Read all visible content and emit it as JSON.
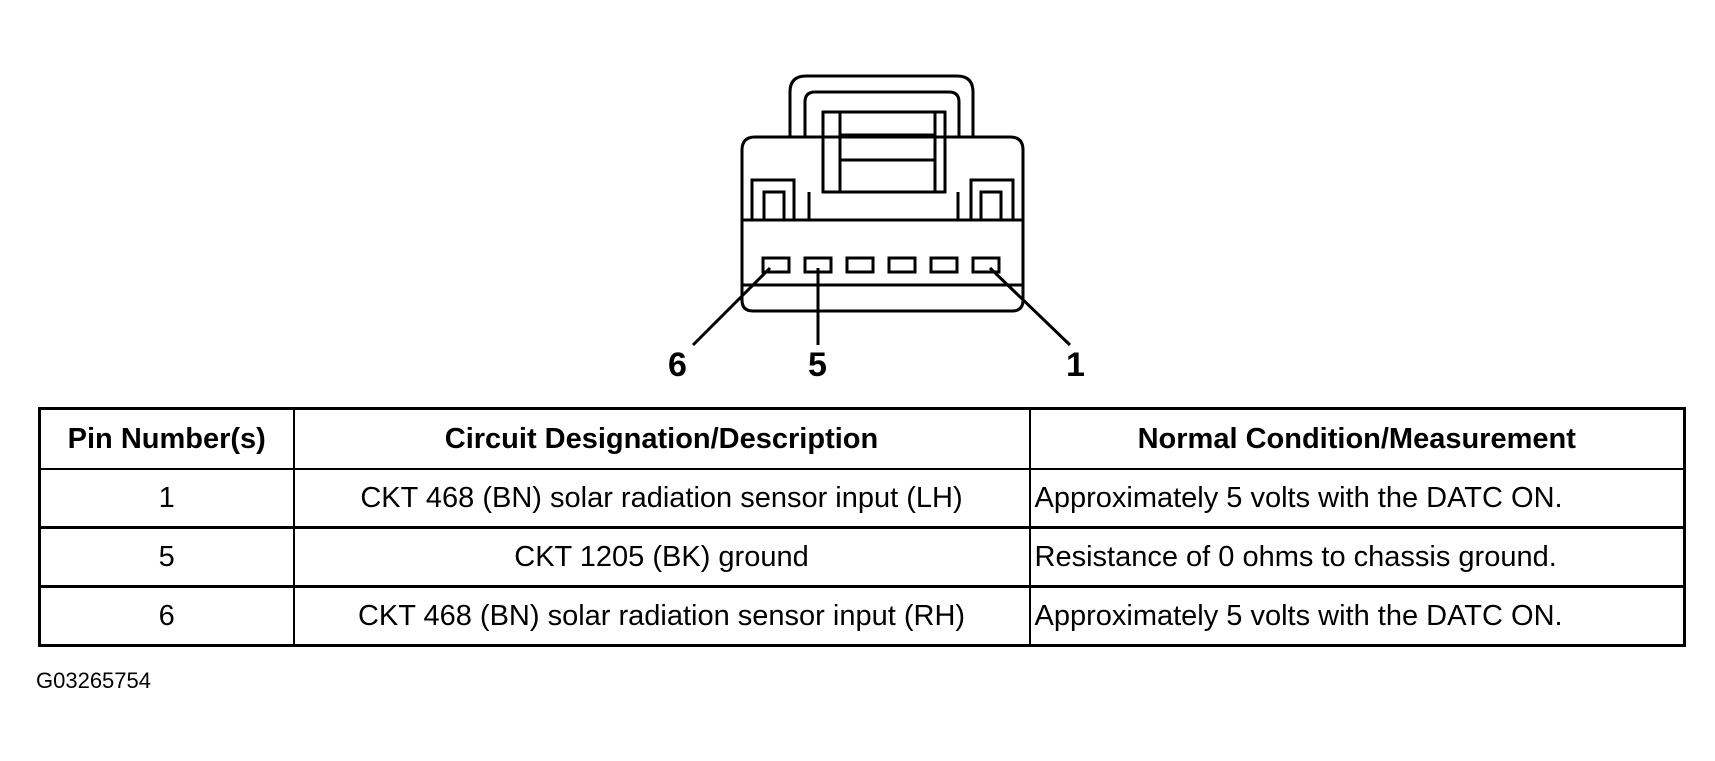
{
  "connector": {
    "pin_labels": [
      "6",
      "5",
      "1"
    ],
    "pin_count": 6
  },
  "table": {
    "headers": [
      "Pin Number(s)",
      "Circuit Designation/Description",
      "Normal Condition/Measurement"
    ],
    "rows": [
      [
        "1",
        "CKT 468 (BN) solar radiation sensor input (LH)",
        "Approximately 5 volts with the DATC ON."
      ],
      [
        "5",
        "CKT 1205 (BK) ground",
        "Resistance of 0 ohms to chassis ground."
      ],
      [
        "6",
        "CKT 468 (BN) solar radiation sensor input (RH)",
        "Approximately 5 volts with the DATC ON."
      ]
    ]
  },
  "figure_id": "G03265754"
}
